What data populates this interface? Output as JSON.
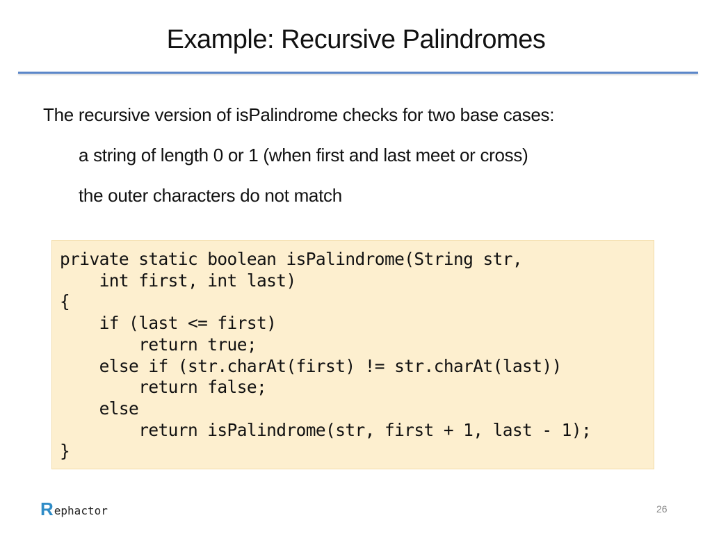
{
  "slide": {
    "title": "Example: Recursive Palindromes",
    "lead": "The recursive version of isPalindrome checks for two base cases:",
    "bullets": [
      "a string of length 0 or 1 (when first and last meet or cross)",
      "the outer characters do not match"
    ],
    "code": "private static boolean isPalindrome(String str,\n    int first, int last)\n{\n    if (last <= first)\n        return true;\n    else if (str.charAt(first) != str.charAt(last))\n        return false;\n    else\n        return isPalindrome(str, first + 1, last - 1);\n}",
    "logo": {
      "initial": "R",
      "rest": "ephactor"
    },
    "page_number": "26"
  },
  "colors": {
    "rule": "#5b87c9",
    "code_bg": "#fdefcf",
    "logo_accent": "#2f8cc7"
  }
}
